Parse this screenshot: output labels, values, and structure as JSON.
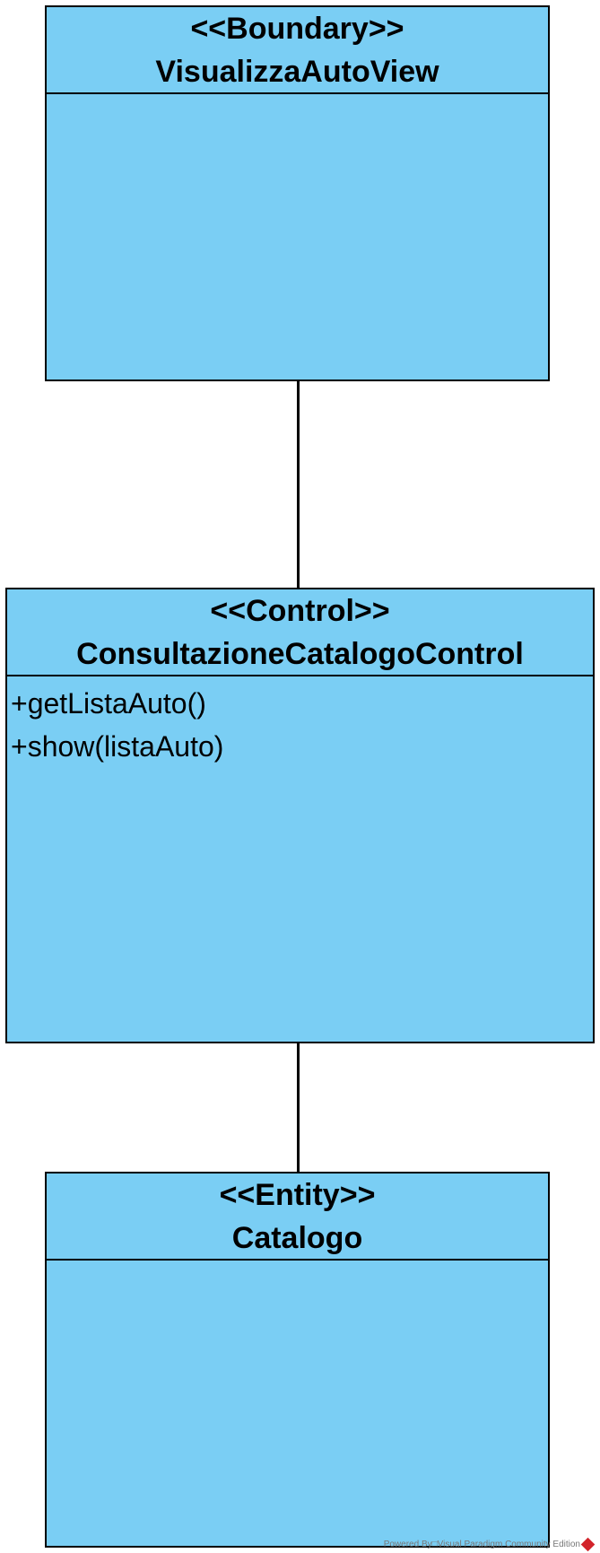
{
  "classes": {
    "boundary": {
      "stereotype": "<<Boundary>>",
      "name": "VisualizzaAutoView",
      "operations": []
    },
    "control": {
      "stereotype": "<<Control>>",
      "name": "ConsultazioneCatalogoControl",
      "operations": [
        "+getListaAuto()",
        "+show(listaAuto)"
      ]
    },
    "entity": {
      "stereotype": "<<Entity>>",
      "name": "Catalogo",
      "operations": []
    }
  },
  "footer": {
    "text": "Powered By□Visual Paradigm Community Edition"
  },
  "colors": {
    "class_fill": "#7acef4",
    "stroke": "#000000"
  }
}
